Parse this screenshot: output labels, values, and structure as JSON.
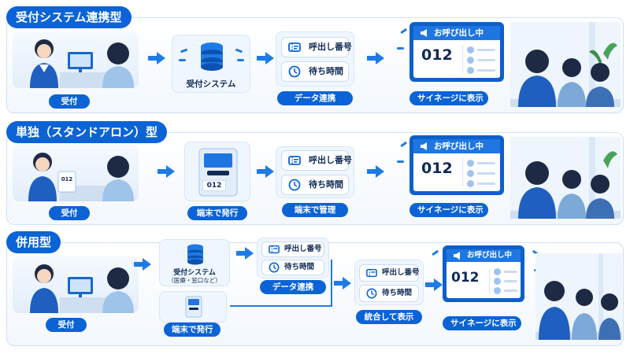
{
  "sections": [
    {
      "title": "受付システム連携型",
      "reception_label": "受付",
      "system_label": "受付システム",
      "info_rows": [
        "呼出し番号",
        "待ち時間"
      ],
      "transfer_label": "データ連携",
      "signage_title": "お呼び出し中",
      "signage_number": "012",
      "signage_label": "サイネージに表示"
    },
    {
      "title": "単独（スタンドアロン）型",
      "reception_label": "受付",
      "ticket_number": "012",
      "terminal_number": "012",
      "terminal_label": "端末で発行",
      "info_rows": [
        "呼出し番号",
        "待ち時間"
      ],
      "manage_label": "端末で管理",
      "signage_title": "お呼び出し中",
      "signage_number": "012",
      "signage_label": "サイネージに表示"
    },
    {
      "title": "併用型",
      "reception_label": "受付",
      "system_label": "受付システム",
      "system_sublabel": "（医療・窓口など）",
      "terminal_label": "端末で発行",
      "info_rows": [
        "呼出し番号",
        "待ち時間"
      ],
      "transfer_label": "データ連携",
      "combined_rows": [
        "呼出し番号",
        "待ち時間"
      ],
      "combined_label": "統合して表示",
      "signage_title": "お呼び出し中",
      "signage_number": "012",
      "signage_label": "サイネージに表示"
    }
  ],
  "colors": {
    "accent": "#0b63d6",
    "arrow": "#1e7be5",
    "panel_border": "#cfe0f4",
    "text": "#0f2a55"
  },
  "icons": [
    "server-stack-icon",
    "ticket-icon",
    "clock-icon",
    "megaphone-icon",
    "kiosk-icon"
  ]
}
